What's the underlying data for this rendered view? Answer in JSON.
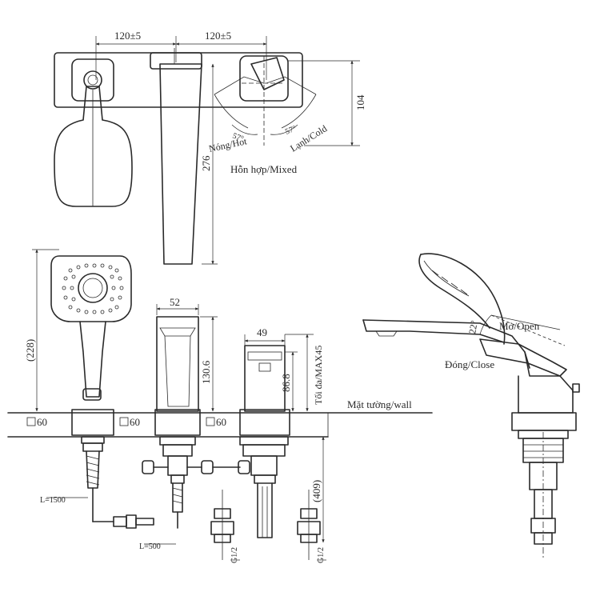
{
  "top_view": {
    "dim_left": "120±5",
    "dim_right": "120±5",
    "dim_height": "104",
    "dim_spout_length": "276",
    "angle_left": "57°",
    "angle_right": "57°",
    "label_hot": "Nóng/Hot",
    "label_cold": "Lạnh/Cold",
    "label_mixed": "Hỗn hợp/Mixed"
  },
  "front_view": {
    "dim_shower_height": "(228)",
    "dim_spout_width": "52",
    "dim_spout_height": "130.6",
    "dim_handle_width": "49",
    "dim_handle_height": "86.8",
    "dim_max": "Tối đa/MAX45",
    "label_wall": "Mặt tường/wall",
    "dim_deck_1": "60",
    "dim_deck_2": "60",
    "dim_deck_3": "60",
    "dim_hose_length": "L=1500",
    "dim_conn_length": "L=500",
    "thread_1": "G1/2",
    "thread_2": "G1/2",
    "dim_below": "(409)"
  },
  "side_view": {
    "angle": "22°",
    "label_open": "Mở/Open",
    "label_close": "Đóng/Close"
  }
}
